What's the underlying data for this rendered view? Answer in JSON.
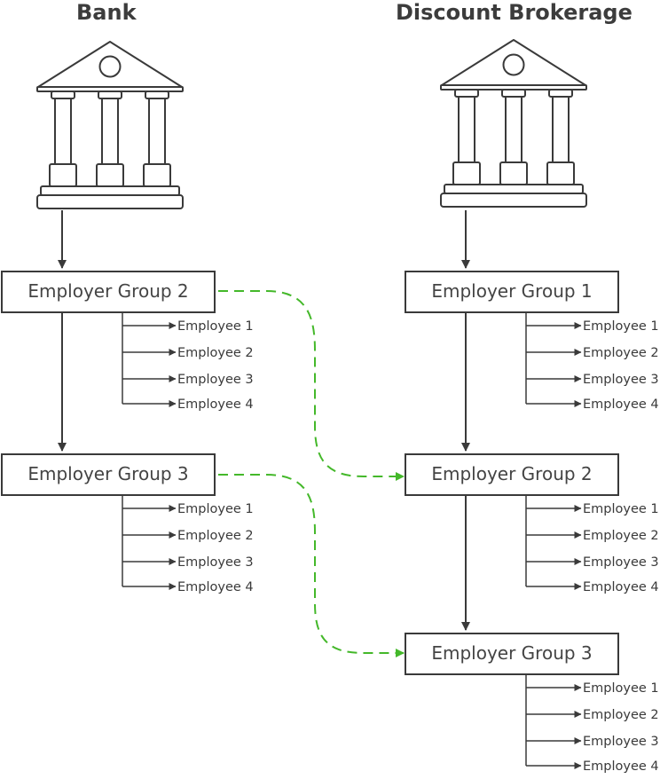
{
  "bank": {
    "title": "Bank",
    "groups": [
      {
        "label": "Employer Group 2",
        "employees": [
          "Employee 1",
          "Employee 2",
          "Employee 3",
          "Employee 4"
        ]
      },
      {
        "label": "Employer Group 3",
        "employees": [
          "Employee 1",
          "Employee 2",
          "Employee 3",
          "Employee 4"
        ]
      }
    ]
  },
  "brokerage": {
    "title": "Discount Brokerage",
    "groups": [
      {
        "label": "Employer Group 1",
        "employees": [
          "Employee 1",
          "Employee 2",
          "Employee 3",
          "Employee 4"
        ]
      },
      {
        "label": "Employer Group 2",
        "employees": [
          "Employee 1",
          "Employee 2",
          "Employee 3",
          "Employee 4"
        ]
      },
      {
        "label": "Employer Group 3",
        "employees": [
          "Employee 1",
          "Employee 2",
          "Employee 3",
          "Employee 4"
        ]
      }
    ]
  },
  "transfers": [
    {
      "from": "bank.groups.0",
      "to": "brokerage.groups.1"
    },
    {
      "from": "bank.groups.1",
      "to": "brokerage.groups.2"
    }
  ],
  "colors": {
    "line": "#3a3a3a",
    "transfer": "#44b82a",
    "icon": "#3a3a3a"
  },
  "icons": {
    "institution": "bank-building-icon"
  }
}
